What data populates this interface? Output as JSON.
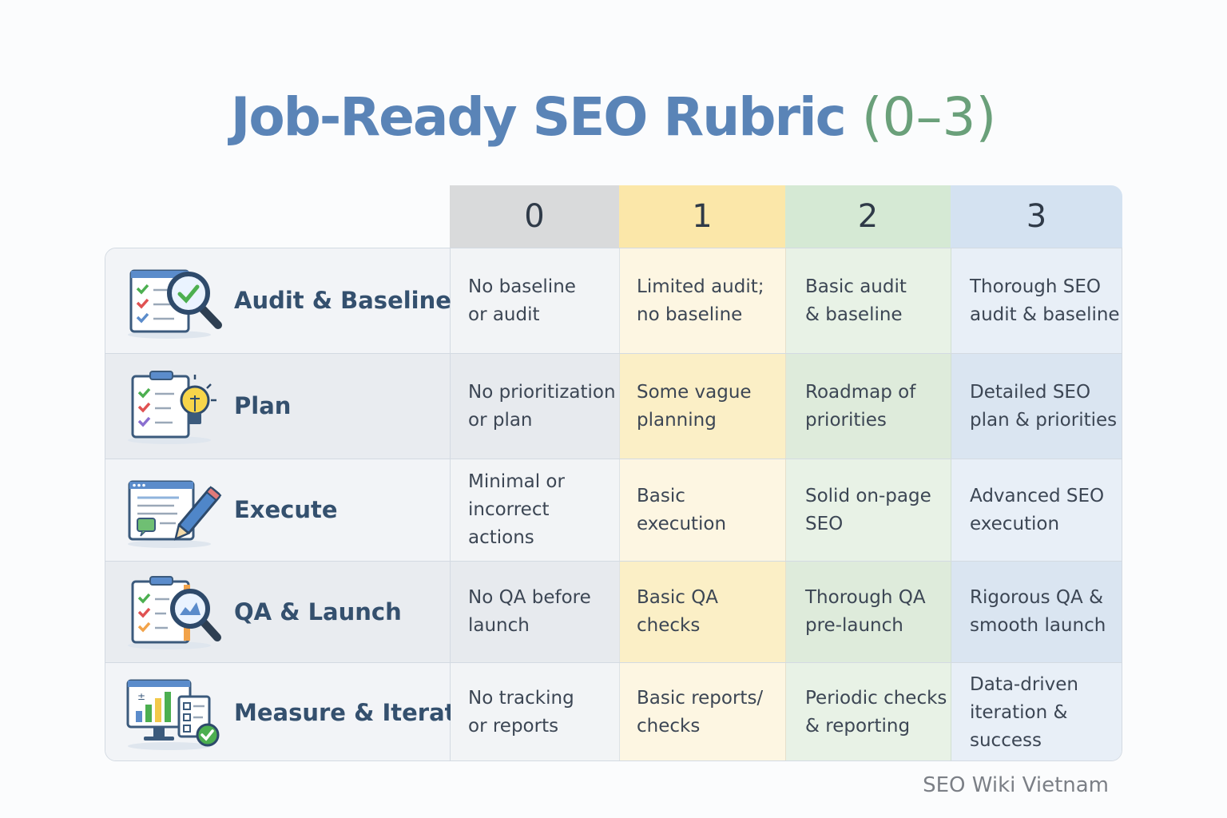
{
  "title": {
    "main": "Job-Ready SEO Rubric",
    "range": "(0–3)"
  },
  "columns": [
    "0",
    "1",
    "2",
    "3"
  ],
  "rows": [
    {
      "label": "Audit & Baseline",
      "icon": "checklist-magnifier-icon",
      "cells": [
        [
          "No baseline",
          "or audit"
        ],
        [
          "Limited audit;",
          "no baseline"
        ],
        [
          "Basic audit",
          "& baseline"
        ],
        [
          "Thorough SEO",
          "audit & baseline"
        ]
      ]
    },
    {
      "label": "Plan",
      "icon": "checklist-lightbulb-icon",
      "cells": [
        [
          "No prioritization",
          "or plan"
        ],
        [
          "Some vague",
          "planning"
        ],
        [
          "Roadmap of",
          "priorities"
        ],
        [
          "Detailed SEO",
          "plan & priorities"
        ]
      ]
    },
    {
      "label": "Execute",
      "icon": "document-pencil-icon",
      "cells": [
        [
          "Minimal or",
          "incorrect actions"
        ],
        [
          "Basic",
          "execution"
        ],
        [
          "Solid on-page",
          "SEO"
        ],
        [
          "Advanced SEO",
          "execution"
        ]
      ]
    },
    {
      "label": "QA & Launch",
      "icon": "clipboard-magnifier-chart-icon",
      "cells": [
        [
          "No QA before",
          "launch"
        ],
        [
          "Basic QA",
          "checks"
        ],
        [
          "Thorough QA",
          "pre-launch"
        ],
        [
          "Rigorous QA &",
          "smooth launch"
        ]
      ]
    },
    {
      "label": "Measure & Iterate",
      "icon": "monitor-chart-check-icon",
      "cells": [
        [
          "No tracking",
          "or reports"
        ],
        [
          "Basic reports/",
          "checks"
        ],
        [
          "Periodic checks",
          "& reporting"
        ],
        [
          "Data-driven",
          "iteration & success"
        ]
      ]
    }
  ],
  "footer": "SEO Wiki Vietnam",
  "colors": {
    "title": "#5a84b7",
    "range": "#6aa07a",
    "level0": "#d9dadb",
    "level1": "#fbe7a9",
    "level2": "#d5e9d4",
    "level3": "#d4e2f1"
  }
}
